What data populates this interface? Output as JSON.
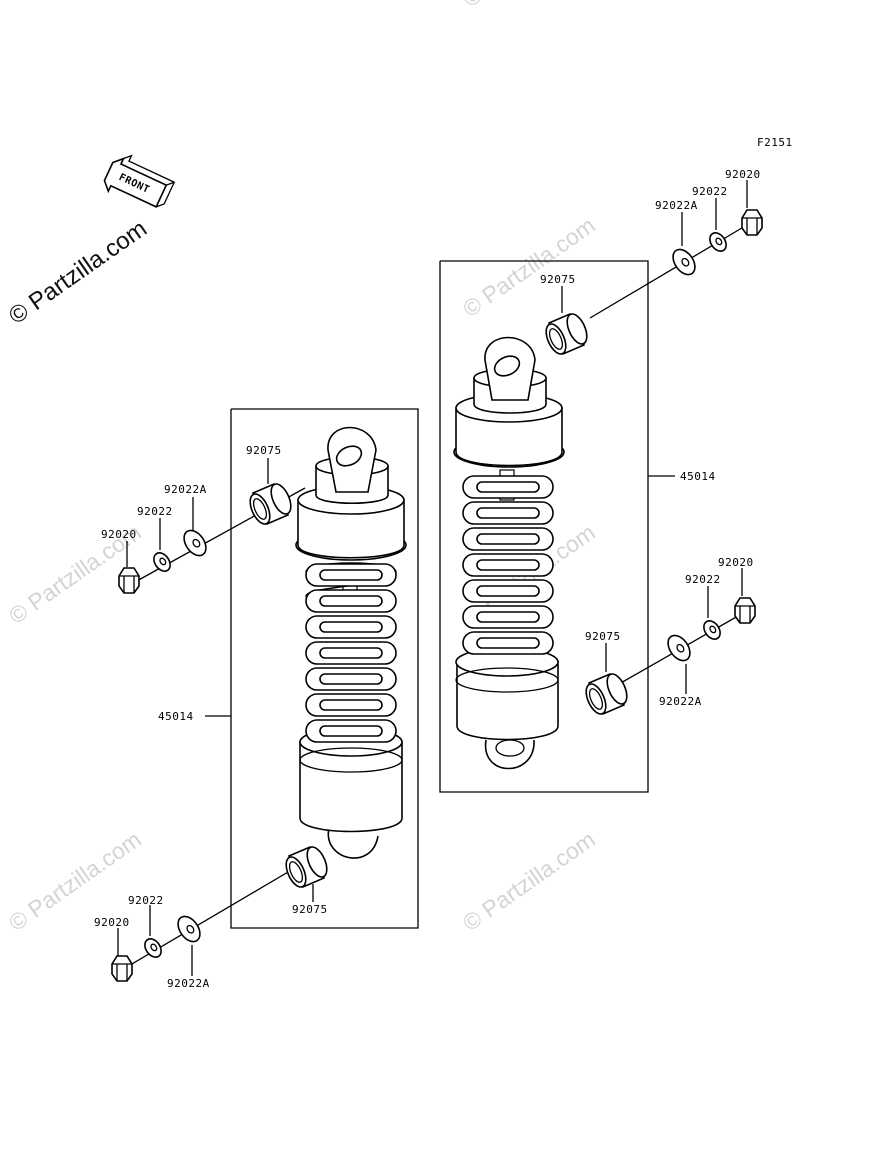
{
  "diagram": {
    "figure_code": "F2151",
    "front_label": "FRONT",
    "watermark": "© Partzilla.com",
    "left_assembly": {
      "assembly": "45014",
      "top_bushing": "92075",
      "top_washer_large": "92022A",
      "top_washer_small": "92022",
      "top_nut": "92020",
      "bottom_bushing": "92075",
      "bottom_washer_small": "92022",
      "bottom_washer_large": "92022A",
      "bottom_nut": "92020"
    },
    "right_assembly": {
      "assembly": "45014",
      "top_bushing": "92075",
      "top_washer_large": "92022A",
      "top_washer_small": "92022",
      "top_nut": "92020",
      "bottom_bushing": "92075",
      "bottom_washer_small": "92022",
      "bottom_washer_large": "92022A",
      "bottom_nut": "92020"
    }
  }
}
